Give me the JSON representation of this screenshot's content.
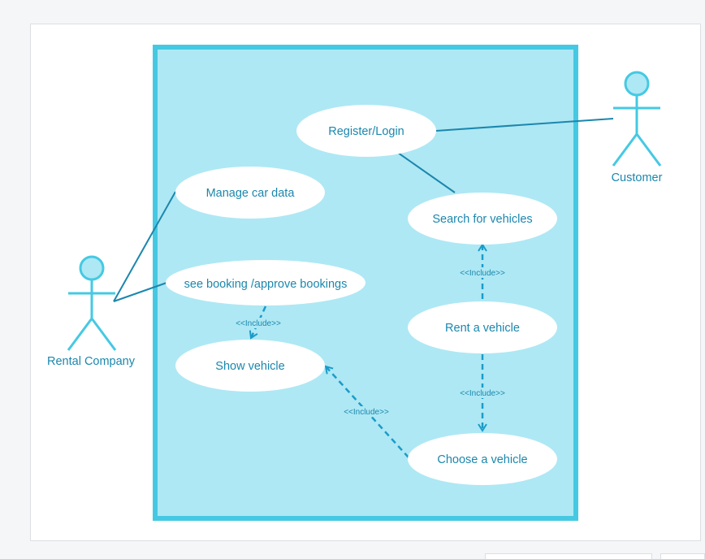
{
  "colors": {
    "boundary_fill": "#aee8f4",
    "boundary_stroke": "#45c9e3",
    "usecase_fill": "#ffffff",
    "text": "#1b87ad",
    "actor_fill": "#aee8f4",
    "actor_stroke": "#45c9e3",
    "association": "#1b87ad",
    "dependency": "#1a9cc9"
  },
  "actors": {
    "customer": "Customer",
    "rental_company": "Rental Company"
  },
  "use_cases": {
    "register_login": "Register/Login",
    "manage_car_data": "Manage car data",
    "search_vehicles": "Search for vehicles",
    "see_booking": "see booking /approve bookings",
    "rent_vehicle": "Rent a vehicle",
    "show_vehicle": "Show vehicle",
    "choose_vehicle": "Choose a vehicle"
  },
  "relations": {
    "include_rent_search": "<<Include>>",
    "include_booking_show": "<<Include>>",
    "include_rent_choose": "<<Include>>",
    "include_choose_show": "<<Include>>"
  }
}
